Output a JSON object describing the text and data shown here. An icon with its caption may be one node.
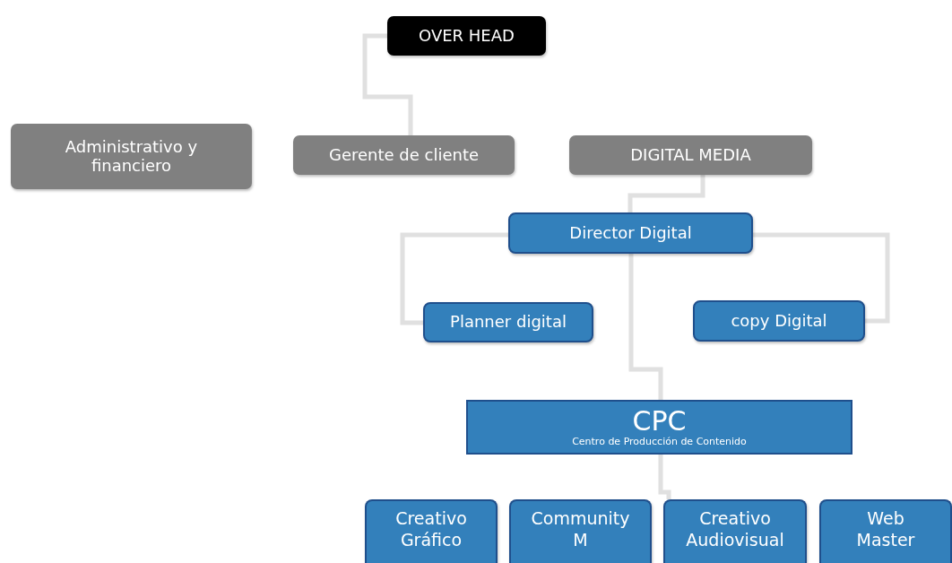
{
  "diagram": {
    "nodes": [
      {
        "text": [
          "OVER HEAD"
        ]
      },
      {
        "text": [
          "Administrativo y financiero"
        ]
      },
      {
        "text": [
          "Gerente de cliente"
        ]
      },
      {
        "text": [
          "DIGITAL MEDIA"
        ]
      },
      {
        "text": [
          "Director Digital"
        ]
      },
      {
        "text": [
          "Planner digital"
        ]
      },
      {
        "text": [
          "copy Digital"
        ]
      },
      {
        "text": [
          "CPC",
          "Centro de Producción de Contenido"
        ]
      },
      {
        "text": [
          "Creativo Gráfico"
        ]
      },
      {
        "text": [
          "Community M"
        ]
      },
      {
        "text": [
          "Creativo Audiovisual"
        ]
      },
      {
        "text": [
          "Web Master"
        ]
      }
    ],
    "edges": [
      {
        "from": 0,
        "to": 2,
        "arrow": "none"
      },
      {
        "from": 3,
        "to": 4,
        "arrow": "none"
      },
      {
        "from": 4,
        "to": 5,
        "arrow": "none"
      },
      {
        "from": 4,
        "to": 6,
        "arrow": "none"
      },
      {
        "from": 4,
        "to": 7,
        "arrow": "none"
      },
      {
        "from": 7,
        "to": 10,
        "arrow": "none"
      }
    ]
  }
}
